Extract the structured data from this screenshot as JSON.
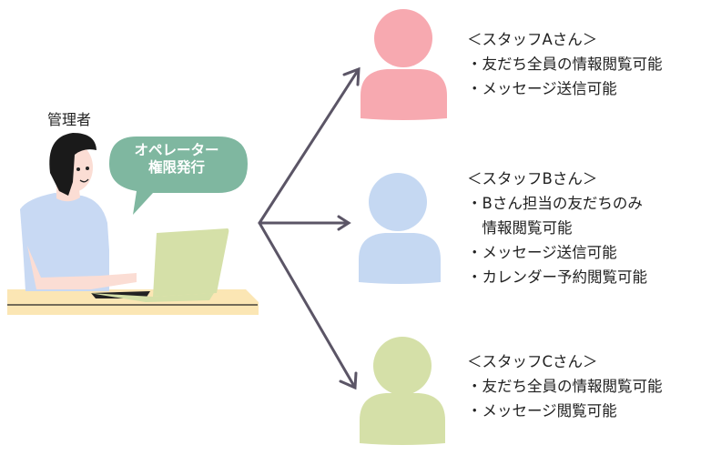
{
  "admin": {
    "label": "管理者",
    "bubble_line1": "オペレーター",
    "bubble_line2": "権限発行"
  },
  "staff": [
    {
      "title": "＜スタッフAさん＞",
      "items": [
        "・友だち全員の情報閲覧可能",
        "・メッセージ送信可能"
      ],
      "color": "#f7a9b0"
    },
    {
      "title": "＜スタッフBさん＞",
      "items": [
        "・Bさん担当の友だちのみ",
        "　情報閲覧可能",
        "・メッセージ送信可能",
        "・カレンダー予約閲覧可能"
      ],
      "color": "#c5d8f2"
    },
    {
      "title": "＜スタッフCさん＞",
      "items": [
        "・友だち全員の情報閲覧可能",
        "・メッセージ閲覧可能"
      ],
      "color": "#d5e0a8"
    }
  ]
}
